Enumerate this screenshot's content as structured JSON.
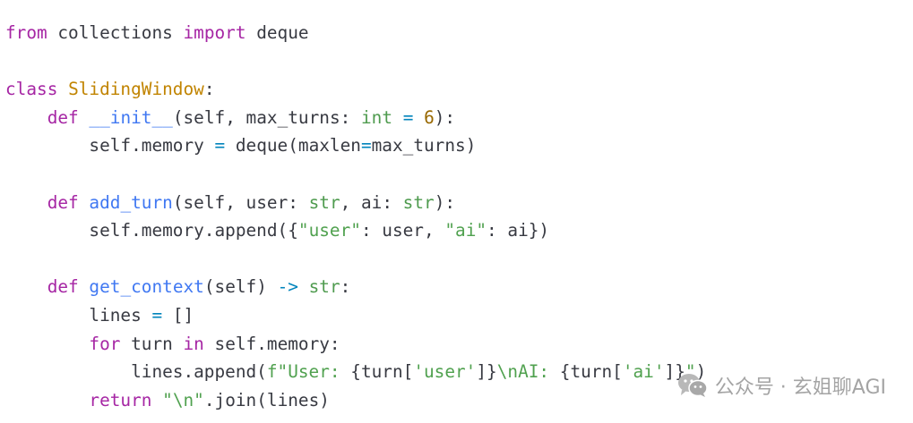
{
  "code": {
    "lines": [
      [
        {
          "t": "from",
          "c": "kw"
        },
        {
          "t": " collections ",
          "c": "plain"
        },
        {
          "t": "import",
          "c": "kw"
        },
        {
          "t": " deque",
          "c": "plain"
        }
      ],
      [],
      [
        {
          "t": "class",
          "c": "kw"
        },
        {
          "t": " ",
          "c": "plain"
        },
        {
          "t": "SlidingWindow",
          "c": "class"
        },
        {
          "t": ":",
          "c": "plain"
        }
      ],
      [
        {
          "t": "    ",
          "c": "plain"
        },
        {
          "t": "def",
          "c": "kw"
        },
        {
          "t": " ",
          "c": "plain"
        },
        {
          "t": "__init__",
          "c": "fn"
        },
        {
          "t": "(self, max_turns: ",
          "c": "plain"
        },
        {
          "t": "int",
          "c": "type"
        },
        {
          "t": " ",
          "c": "plain"
        },
        {
          "t": "=",
          "c": "op"
        },
        {
          "t": " ",
          "c": "plain"
        },
        {
          "t": "6",
          "c": "num"
        },
        {
          "t": "):",
          "c": "plain"
        }
      ],
      [
        {
          "t": "        self.memory ",
          "c": "plain"
        },
        {
          "t": "=",
          "c": "op"
        },
        {
          "t": " deque(maxlen",
          "c": "plain"
        },
        {
          "t": "=",
          "c": "op"
        },
        {
          "t": "max_turns)",
          "c": "plain"
        }
      ],
      [],
      [
        {
          "t": "    ",
          "c": "plain"
        },
        {
          "t": "def",
          "c": "kw"
        },
        {
          "t": " ",
          "c": "plain"
        },
        {
          "t": "add_turn",
          "c": "fn"
        },
        {
          "t": "(self, user: ",
          "c": "plain"
        },
        {
          "t": "str",
          "c": "type"
        },
        {
          "t": ", ai: ",
          "c": "plain"
        },
        {
          "t": "str",
          "c": "type"
        },
        {
          "t": "):",
          "c": "plain"
        }
      ],
      [
        {
          "t": "        self.memory.append({",
          "c": "plain"
        },
        {
          "t": "\"user\"",
          "c": "str"
        },
        {
          "t": ": user, ",
          "c": "plain"
        },
        {
          "t": "\"ai\"",
          "c": "str"
        },
        {
          "t": ": ai})",
          "c": "plain"
        }
      ],
      [],
      [
        {
          "t": "    ",
          "c": "plain"
        },
        {
          "t": "def",
          "c": "kw"
        },
        {
          "t": " ",
          "c": "plain"
        },
        {
          "t": "get_context",
          "c": "fn"
        },
        {
          "t": "(self) ",
          "c": "plain"
        },
        {
          "t": "->",
          "c": "op"
        },
        {
          "t": " ",
          "c": "plain"
        },
        {
          "t": "str",
          "c": "type"
        },
        {
          "t": ":",
          "c": "plain"
        }
      ],
      [
        {
          "t": "        lines ",
          "c": "plain"
        },
        {
          "t": "=",
          "c": "op"
        },
        {
          "t": " []",
          "c": "plain"
        }
      ],
      [
        {
          "t": "        ",
          "c": "plain"
        },
        {
          "t": "for",
          "c": "kw"
        },
        {
          "t": " turn ",
          "c": "plain"
        },
        {
          "t": "in",
          "c": "kw"
        },
        {
          "t": " self.memory:",
          "c": "plain"
        }
      ],
      [
        {
          "t": "            lines.append(",
          "c": "plain"
        },
        {
          "t": "f\"User: ",
          "c": "str"
        },
        {
          "t": "{turn[",
          "c": "plain"
        },
        {
          "t": "'user'",
          "c": "str"
        },
        {
          "t": "]}",
          "c": "plain"
        },
        {
          "t": "\\nAI: ",
          "c": "str"
        },
        {
          "t": "{turn[",
          "c": "plain"
        },
        {
          "t": "'ai'",
          "c": "str"
        },
        {
          "t": "]}",
          "c": "plain"
        },
        {
          "t": "\"",
          "c": "str"
        },
        {
          "t": ")",
          "c": "plain"
        }
      ],
      [
        {
          "t": "        ",
          "c": "plain"
        },
        {
          "t": "return",
          "c": "kw"
        },
        {
          "t": " ",
          "c": "plain"
        },
        {
          "t": "\"\\n\"",
          "c": "str"
        },
        {
          "t": ".join(lines)",
          "c": "plain"
        }
      ]
    ]
  },
  "watermark": {
    "icon": "wechat-icon",
    "text": "公众号 · 玄姐聊AGI"
  }
}
